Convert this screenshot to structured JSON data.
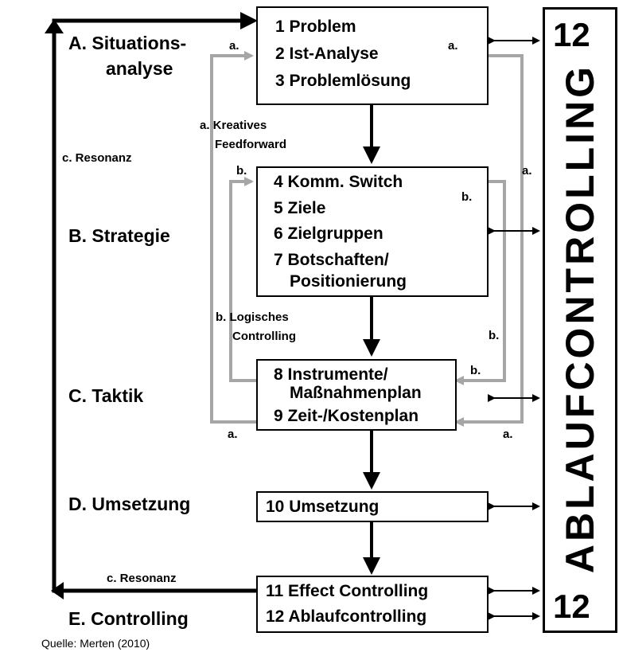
{
  "phases": {
    "a_line1": "A. Situations-",
    "a_line2": "analyse",
    "b": "B. Strategie",
    "c": "C. Taktik",
    "d": "D. Umsetzung",
    "e": "E. Controlling"
  },
  "boxes": {
    "box1": [
      "1 Problem",
      "2 Ist-Analyse",
      "3 Problemlösung"
    ],
    "box2": [
      "4 Komm. Switch",
      "5 Ziele",
      "6 Zielgruppen",
      "7 Botschaften/",
      "Positionierung"
    ],
    "box3": [
      "8 Instrumente/",
      "Maßnahmenplan",
      "9 Zeit-/Kostenplan"
    ],
    "box4": [
      "10 Umsetzung"
    ],
    "box5": [
      "11 Effect Controlling",
      "12 Ablaufcontrolling"
    ]
  },
  "loop_labels": {
    "a": "a.",
    "b": "b.",
    "c": "c.",
    "kreatives_line1": "a. Kreatives",
    "kreatives_line2": "Feedforward",
    "logisches_line1": "b. Logisches",
    "logisches_line2": "Controlling",
    "resonanz_left": "c. Resonanz",
    "resonanz_bottom": "c. Resonanz"
  },
  "right_panel": {
    "vertical_title": "ABLAUFCONTROLLING",
    "top_number": "12",
    "bottom_number": "12"
  },
  "source": "Quelle: Merten (2010)",
  "colors": {
    "main": "#000000",
    "feedback": "#a6a6a6"
  }
}
